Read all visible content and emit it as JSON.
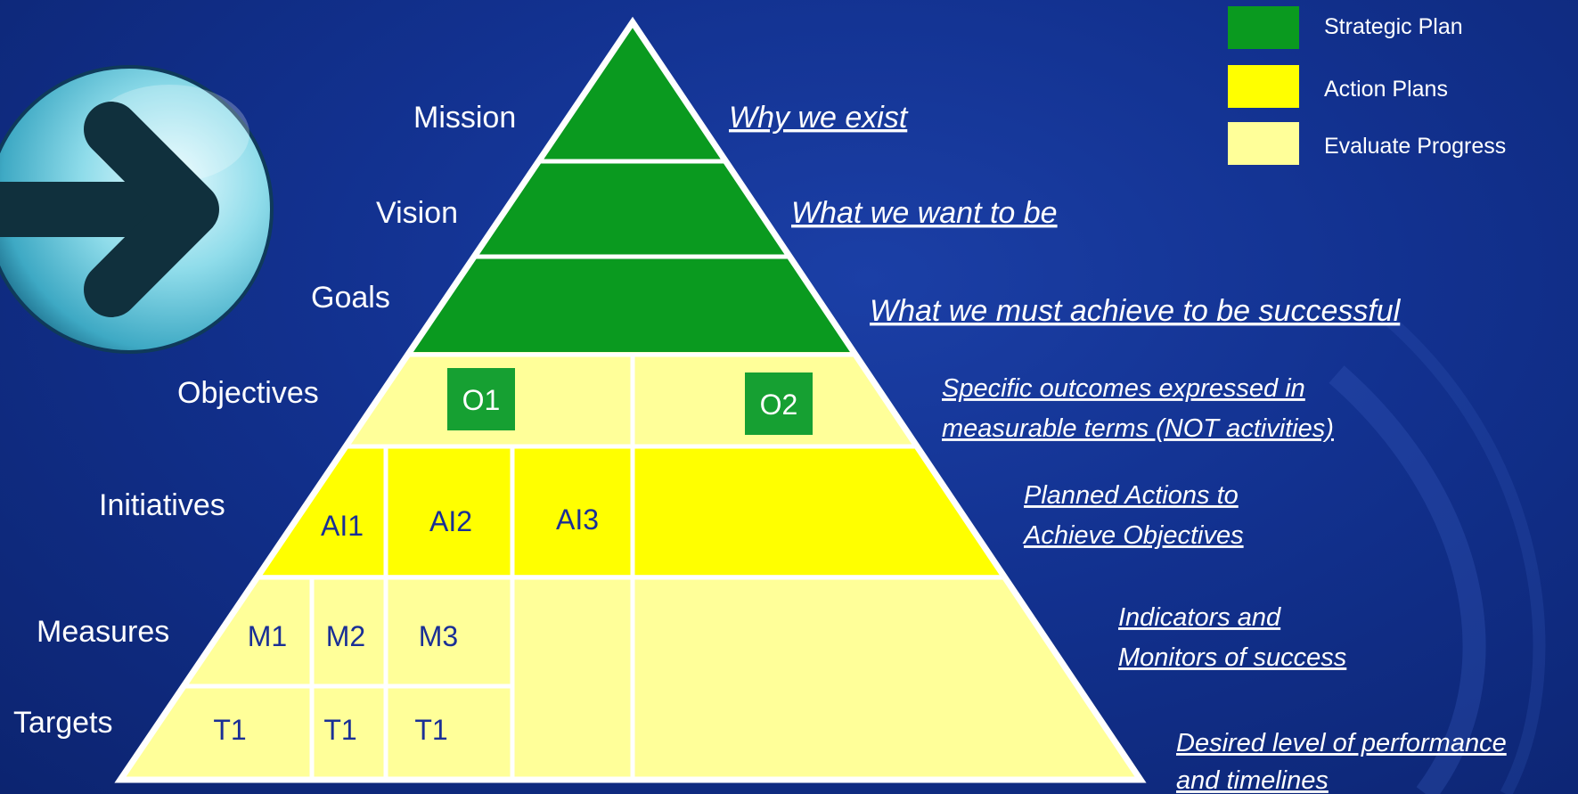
{
  "legend": [
    {
      "label": "Strategic Plan",
      "color": "#0a9a1f"
    },
    {
      "label": "Action Plans",
      "color": "#ffff00"
    },
    {
      "label": "Evaluate Progress",
      "color": "#ffff99"
    }
  ],
  "levels": {
    "mission": "Mission",
    "vision": "Vision",
    "goals": "Goals",
    "objectives": "Objectives",
    "initiatives": "Initiatives",
    "measures": "Measures",
    "targets": "Targets"
  },
  "descriptions": {
    "mission": "Why we exist",
    "vision": "What we want to be",
    "goals": "What we must achieve to be successful",
    "objectives": [
      "Specific outcomes expressed in",
      "measurable terms (NOT activities)"
    ],
    "initiatives": [
      "Planned Actions to",
      "Achieve Objectives"
    ],
    "measures": [
      "Indicators and",
      "Monitors of success"
    ],
    "targets": [
      "Desired level of performance",
      "and timelines"
    ]
  },
  "objectives": [
    "O1",
    "O2"
  ],
  "initiatives": [
    "AI1",
    "AI2",
    "AI3"
  ],
  "measures": [
    "M1",
    "M2",
    "M3"
  ],
  "targets": [
    "T1",
    "T1",
    "T1"
  ],
  "colors": {
    "strategic": "#0a9a1f",
    "action": "#ffff00",
    "evaluate": "#ffff99",
    "objective_box": "#16a032",
    "outline": "#ffffff"
  },
  "icons": {
    "nav_button": "arrow-right-icon"
  }
}
